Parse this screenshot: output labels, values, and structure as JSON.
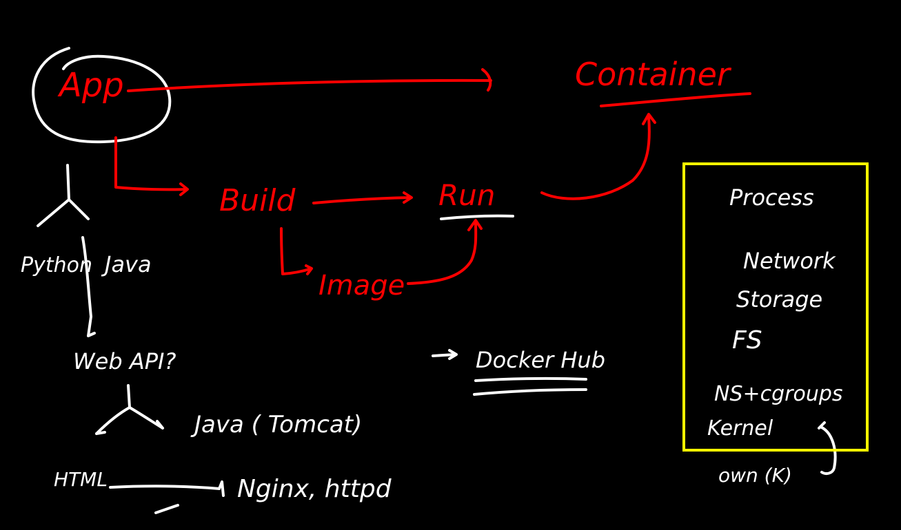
{
  "colors": {
    "background": "#000000",
    "ink_white": "#ffffff",
    "ink_red": "#ff0000",
    "box_yellow": "#ffff00"
  },
  "flow": {
    "app": "App",
    "container": "Container",
    "build": "Build",
    "run": "Run",
    "image": "Image"
  },
  "left": {
    "python": "Python",
    "java": "Java",
    "web_api": "Web API?",
    "java_tomcat": "Java ( Tomcat)",
    "html": "HTML",
    "nginx_httpd": "Nginx, httpd"
  },
  "registry": {
    "docker_hub": "Docker Hub"
  },
  "box": {
    "items": [
      "Process",
      "Network",
      "Storage",
      "FS",
      "NS+cgroups",
      "Kernel"
    ],
    "below": "own (K)"
  }
}
